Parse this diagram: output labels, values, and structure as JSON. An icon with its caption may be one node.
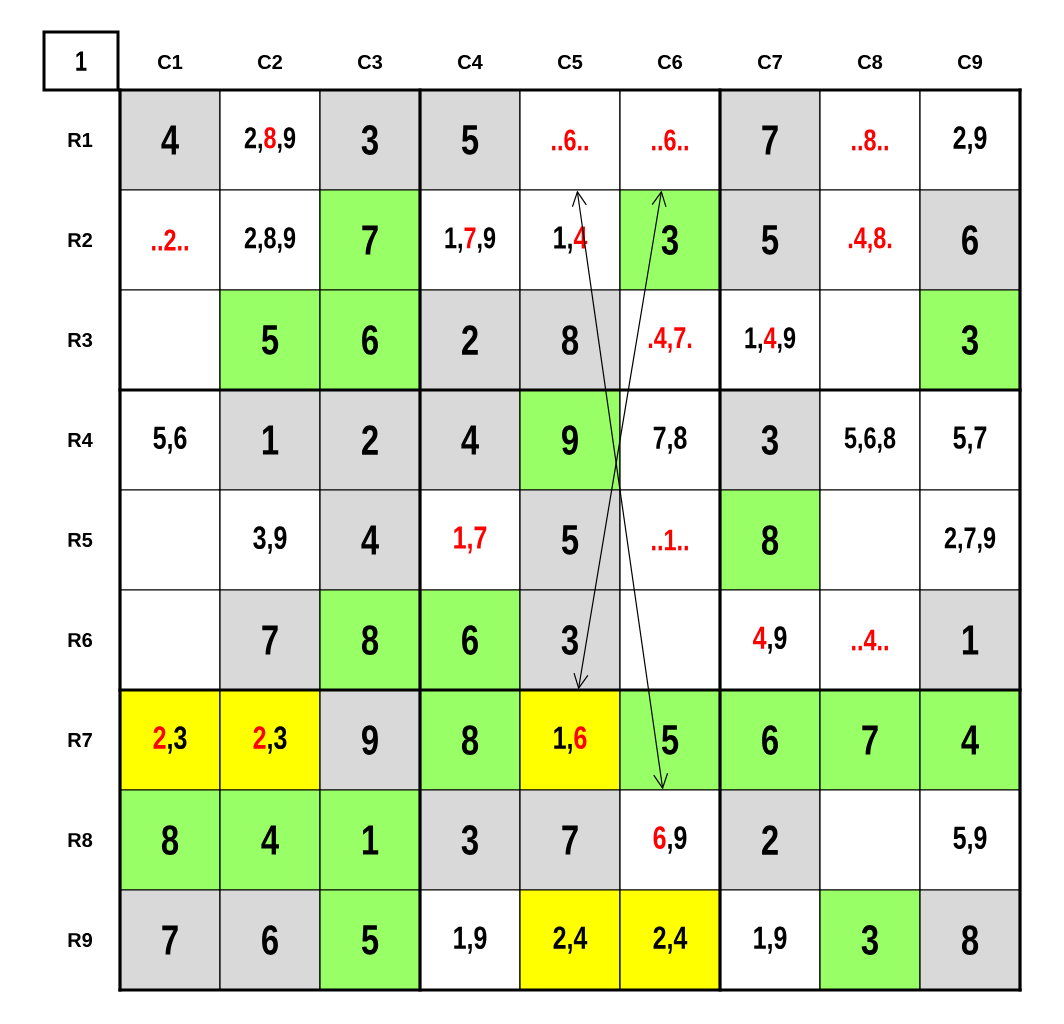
{
  "diagram": {
    "nodes": [
      {
        "text": [
          "..6.."
        ]
      },
      {
        "text": [
          "..6.."
        ]
      },
      {
        "text": [
          "1,6"
        ]
      },
      {
        "text": [
          "6,9"
        ]
      }
    ],
    "edges": [
      {
        "from": 0,
        "to": 3,
        "arrow": "both"
      },
      {
        "from": 1,
        "to": 2,
        "arrow": "both"
      }
    ],
    "labels": [
      "1",
      "C1",
      "C2",
      "C3",
      "C4",
      "C5",
      "C6",
      "C7",
      "C8",
      "C9",
      "R1",
      "4",
      "2,8,9",
      "3",
      "5",
      "7",
      "..8..",
      "2,9",
      "R2",
      "..2..",
      "2,8,9",
      "7",
      "1,7,9",
      "1,4",
      "3",
      "5",
      ".4,8.",
      "6",
      "R3",
      "5",
      "6",
      "2",
      "8",
      ".4,7.",
      "1,4,9",
      "3",
      "R4",
      "5,6",
      "1",
      "2",
      "4",
      "9",
      "7,8",
      "3",
      "5,6,8",
      "5,7",
      "R5",
      "3,9",
      "4",
      "1,7",
      "5",
      "..1..",
      "8",
      "2,7,9",
      "R6",
      "7",
      "8",
      "6",
      "3",
      "4,9",
      "..4..",
      "1",
      "R7",
      "2,3",
      "2,3",
      "9",
      "8",
      "5",
      "6",
      "7",
      "4",
      "R8",
      "8",
      "4",
      "1",
      "3",
      "7",
      "2",
      "5,9",
      "R9",
      "7",
      "6",
      "5",
      "1,9",
      "2,4",
      "2,4",
      "1,9",
      "3",
      "8"
    ]
  }
}
